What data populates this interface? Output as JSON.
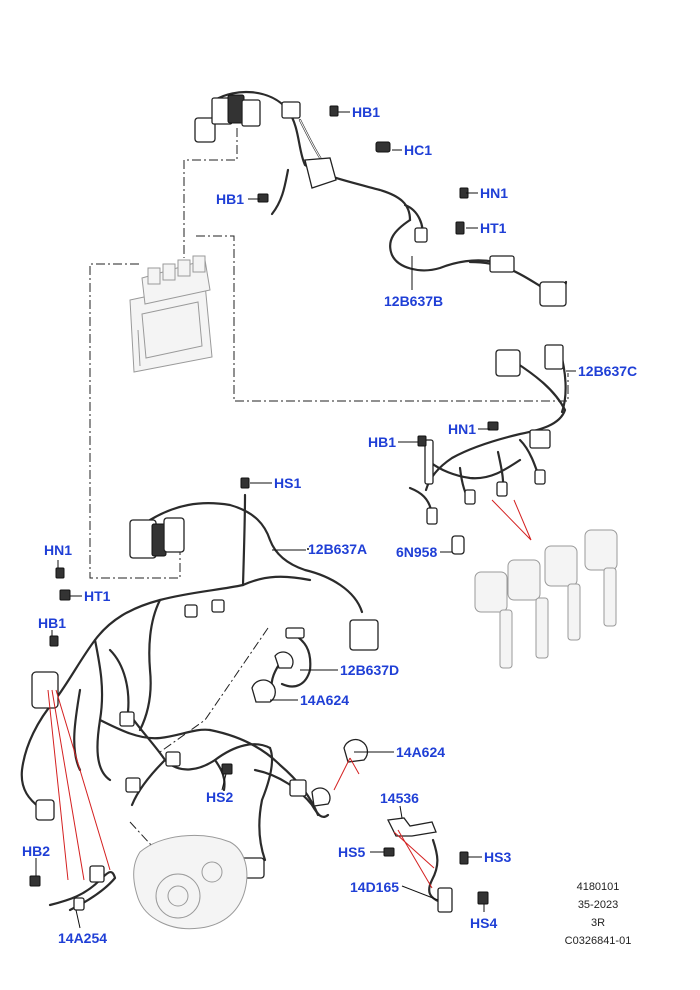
{
  "callouts": {
    "hb1_top": "HB1",
    "hc1": "HC1",
    "hb1_left": "HB1",
    "hn1_top": "HN1",
    "ht1_top": "HT1",
    "p12b637b": "12B637B",
    "p12b637c": "12B637C",
    "hn1_mid": "HN1",
    "hb1_mid": "HB1",
    "hs1": "HS1",
    "p12b637a": "12B637A",
    "p6n958": "6N958",
    "hn1_left": "HN1",
    "ht1_left": "HT1",
    "hb1_low": "HB1",
    "p12b637d": "12B637D",
    "p14a624_a": "14A624",
    "p14a624_b": "14A624",
    "hs2": "HS2",
    "p14536": "14536",
    "hb2": "HB2",
    "hs5": "HS5",
    "hs3": "HS3",
    "p14d165": "14D165",
    "hs4": "HS4",
    "p14a254": "14A254"
  },
  "reference_block": {
    "line1": "4180101",
    "line2": "35-2023",
    "line3": "3R",
    "line4": "C0326841-01"
  },
  "colors": {
    "callout": "#1f3fd6",
    "leader_red": "#d42020",
    "line": "#222222"
  }
}
